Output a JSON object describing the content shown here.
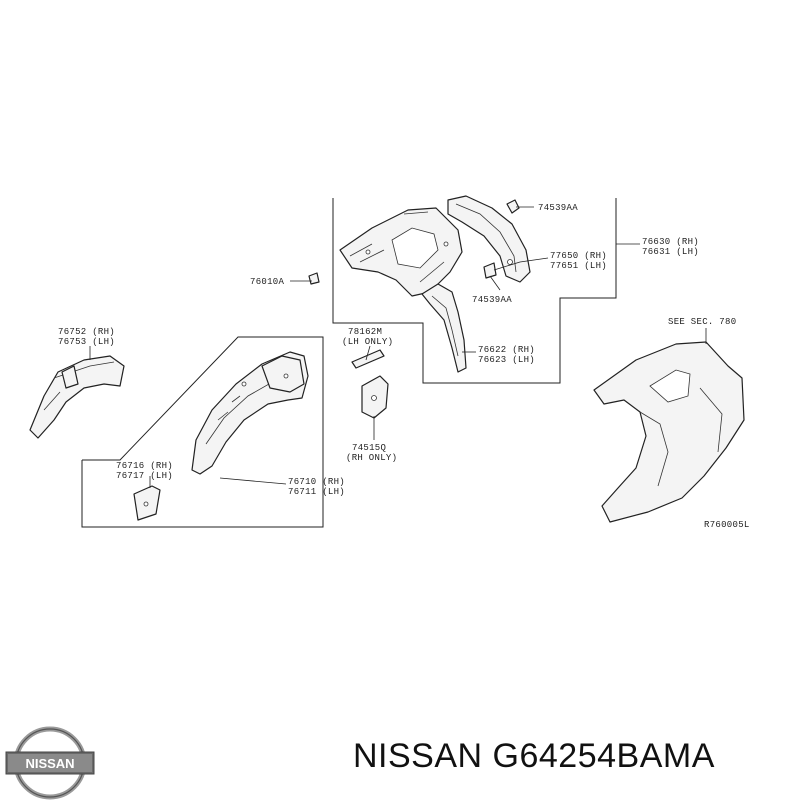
{
  "labels": {
    "l76752": "76752 (RH)",
    "l76753": "76753 (LH)",
    "l76010a": "76010A",
    "l74539a_top": "74539AA",
    "l77650": "77650 (RH)",
    "l77651": "77651 (LH)",
    "l74539a_mid": "74539AA",
    "l76630": "76630 (RH)",
    "l76631": "76631 (LH)",
    "l78162m": "78162M",
    "lh_only": "(LH ONLY)",
    "l76622": "76622 (RH)",
    "l76623": "76623 (LH)",
    "see_sec": "SEE SEC. 780",
    "l76716": "76716 (RH)",
    "l76717": "76717 (LH)",
    "l74515q": "74515Q",
    "rh_only": "(RH ONLY)",
    "l76710": "76710 (RH)",
    "l76711": "76711 (LH)",
    "ref_code": "R760005L"
  },
  "logo": {
    "text": "NISSAN",
    "color": "#555555"
  },
  "caption": {
    "text": "NISSAN G64254BAMA"
  }
}
